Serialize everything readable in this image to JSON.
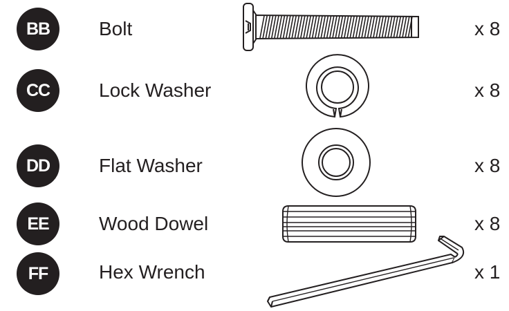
{
  "parts": [
    {
      "code": "BB",
      "name": "Bolt",
      "quantity": "x 8",
      "icon": "bolt-icon"
    },
    {
      "code": "CC",
      "name": "Lock Washer",
      "quantity": "x 8",
      "icon": "lock-washer-icon"
    },
    {
      "code": "DD",
      "name": "Flat Washer",
      "quantity": "x 8",
      "icon": "flat-washer-icon"
    },
    {
      "code": "EE",
      "name": "Wood Dowel",
      "quantity": "x 8",
      "icon": "wood-dowel-icon"
    },
    {
      "code": "FF",
      "name": "Hex Wrench",
      "quantity": "x 1",
      "icon": "hex-wrench-icon"
    }
  ],
  "colors": {
    "ink": "#231f20",
    "background": "#ffffff"
  }
}
